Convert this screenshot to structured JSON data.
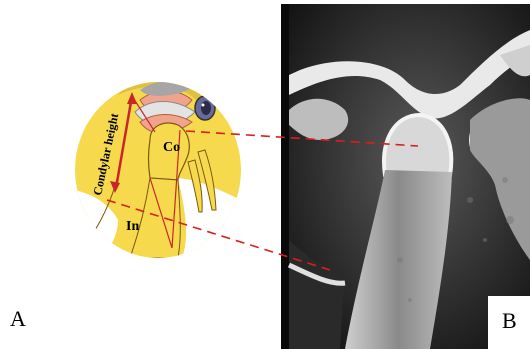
{
  "panels": {
    "a_letter": "A",
    "b_letter": "B"
  },
  "schematic": {
    "measure_label": "Condylar height",
    "point_co": "Co",
    "point_in": "In"
  },
  "colors": {
    "bone_yellow": "#f5d44a",
    "joint_pink": "#f2a38e",
    "measure_red": "#c8262a",
    "guide_dashes": "#d91e1e",
    "ct_background": "#1a1a1a"
  },
  "icons": [
    "eye-socket-icon"
  ]
}
